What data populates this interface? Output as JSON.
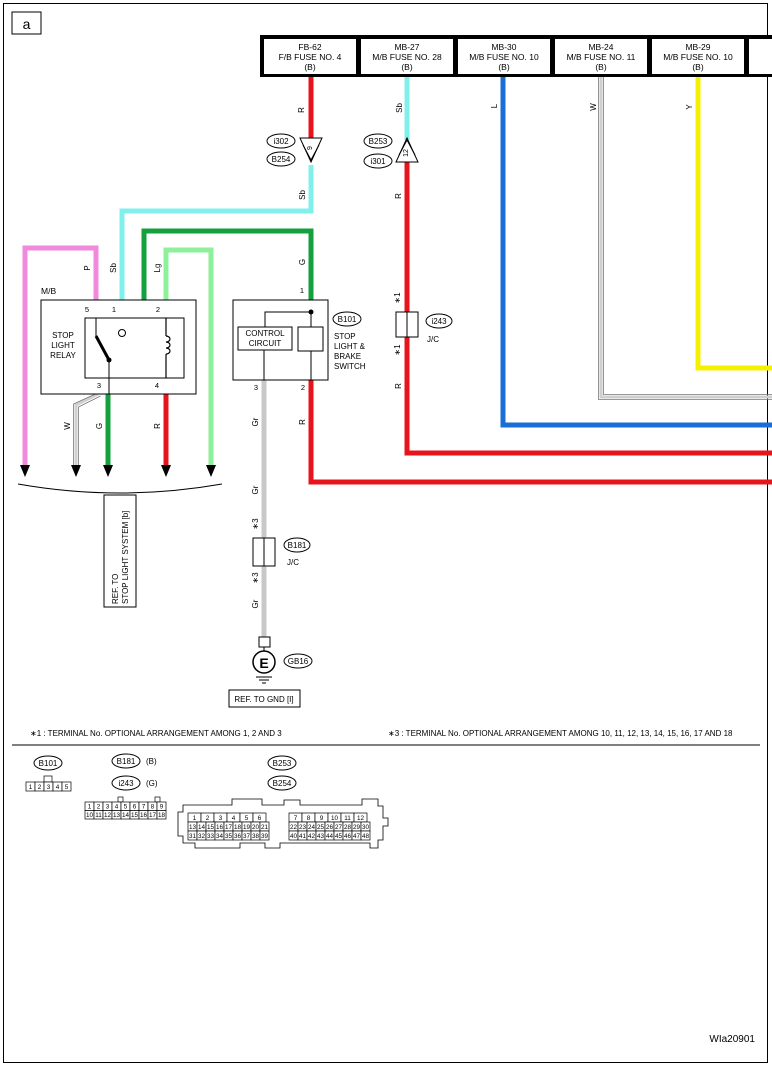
{
  "page_letter": "a",
  "fuses": [
    {
      "id": "FB-62",
      "name": "F/B FUSE NO. 4",
      "color": "(B)"
    },
    {
      "id": "MB-27",
      "name": "M/B FUSE NO. 28",
      "color": "(B)"
    },
    {
      "id": "MB-30",
      "name": "M/B FUSE NO. 10",
      "color": "(B)"
    },
    {
      "id": "MB-24",
      "name": "M/B FUSE NO. 11",
      "color": "(B)"
    },
    {
      "id": "MB-29",
      "name": "M/B FUSE NO. 10",
      "color": "(B)"
    }
  ],
  "wire_colors": {
    "R": "#e8141c",
    "Sb": "#7ff0ec",
    "L": "#1a6fd6",
    "W": "#cfcfcf",
    "Y": "#f5f000",
    "G": "#14a03c",
    "Lg": "#8ef09a",
    "P": "#f08adc",
    "Gr": "#c8c8c8"
  },
  "wire_labels": {
    "r1": "R",
    "sb1": "Sb",
    "l1": "L",
    "w1": "W",
    "y1": "Y",
    "sb2": "Sb",
    "p": "P",
    "sb3": "Sb",
    "lg": "Lg",
    "g1": "G",
    "r2": "R",
    "r3": "R",
    "gr1": "Gr",
    "r4": "R",
    "w_out": "W",
    "g_out": "G",
    "r_out": "R",
    "gr2": "Gr",
    "gr3": "Gr"
  },
  "connectors": {
    "i302": "i302",
    "b254": "B254",
    "b253": "B253",
    "i301": "i301",
    "pin_9": "9",
    "pin_12": "12",
    "b101": "B101",
    "i243": "i243",
    "b181": "B181",
    "gb16": "GB16",
    "jc": "J/C"
  },
  "relay": {
    "box_label": "M/B",
    "name_lines": [
      "STOP",
      "LIGHT",
      "RELAY"
    ],
    "pins": {
      "p5": "5",
      "p1": "1",
      "p2": "2",
      "p3": "3",
      "p4": "4"
    }
  },
  "switch": {
    "control_lines": [
      "CONTROL",
      "CIRCUIT"
    ],
    "name_lines": [
      "STOP",
      "LIGHT &",
      "BRAKE",
      "SWITCH"
    ],
    "pins": {
      "p1": "1",
      "p3": "3",
      "p2": "2"
    }
  },
  "marks": {
    "star1": "∗1",
    "star3": "∗3"
  },
  "ground_symbol": "E",
  "ref_stop_lines": [
    "REF. TO",
    "STOP LIGHT SYSTEM [b]"
  ],
  "ref_gnd": "REF. TO GND [I]",
  "notes": {
    "n1": "∗1  : TERMINAL No. OPTIONAL ARRANGEMENT AMONG 1, 2 AND 3",
    "n3": "∗3  : TERMINAL No. OPTIONAL ARRANGEMENT AMONG 10, 11, 12, 13, 14, 15, 16, 17 AND 18"
  },
  "legend": {
    "b101": "B101",
    "b101_pins": [
      "1",
      "2",
      "3",
      "4",
      "5"
    ],
    "b181": "B181",
    "b181_color": "(B)",
    "i243": "i243",
    "i243_color": "(G)",
    "jc_row1": [
      "1",
      "2",
      "3",
      "4",
      "5",
      "6",
      "7",
      "8",
      "9"
    ],
    "jc_row2": [
      "10",
      "11",
      "12",
      "13",
      "14",
      "15",
      "16",
      "17",
      "18"
    ],
    "b253": "B253",
    "b254": "B254",
    "big_l1": [
      "1",
      "2",
      "3",
      "4",
      "5",
      "6"
    ],
    "big_l2": [
      "13",
      "14",
      "15",
      "16",
      "17",
      "18",
      "19",
      "20",
      "21"
    ],
    "big_l3": [
      "31",
      "32",
      "33",
      "34",
      "35",
      "36",
      "37",
      "38",
      "39"
    ],
    "big_r1": [
      "7",
      "8",
      "9",
      "10",
      "11",
      "12"
    ],
    "big_r2": [
      "22",
      "23",
      "24",
      "25",
      "26",
      "27",
      "28",
      "29",
      "30"
    ],
    "big_r3": [
      "40",
      "41",
      "42",
      "43",
      "44",
      "45",
      "46",
      "47",
      "48"
    ]
  },
  "footer_code": "WIa20901"
}
